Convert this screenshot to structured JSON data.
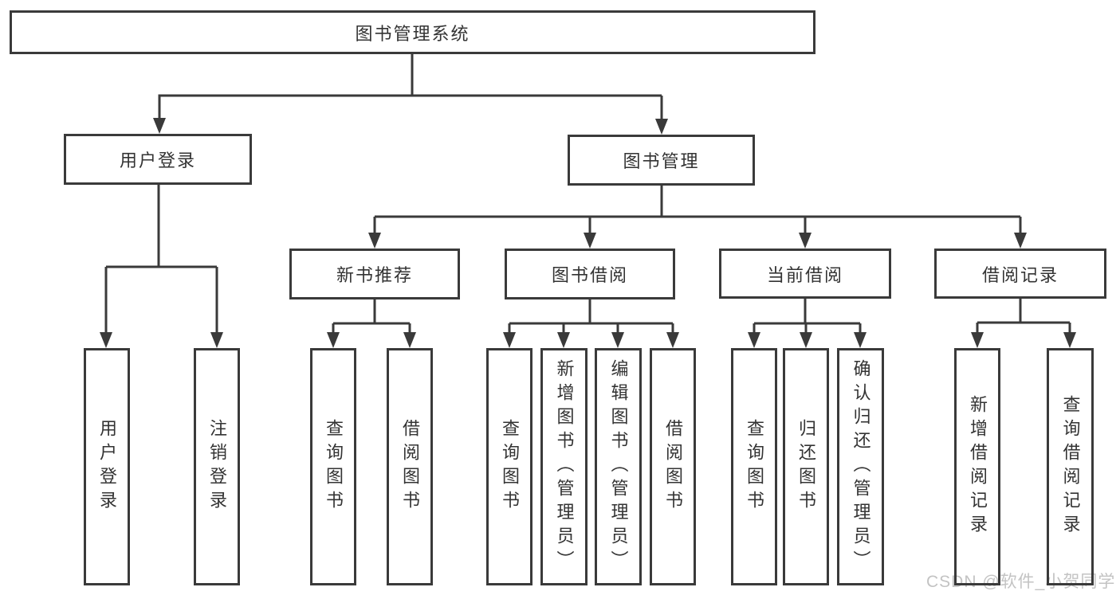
{
  "diagram_title": "图书管理系统",
  "tree": {
    "root": "图书管理系统",
    "children": [
      {
        "label": "用户登录",
        "children": [
          "用户登录",
          "注销登录"
        ]
      },
      {
        "label": "图书管理",
        "children": [
          {
            "label": "新书推荐",
            "children": [
              "查询图书",
              "借阅图书"
            ]
          },
          {
            "label": "图书借阅",
            "children": [
              "查询图书",
              "新增图书（管理员）",
              "编辑图书（管理员）",
              "借阅图书"
            ]
          },
          {
            "label": "当前借阅",
            "children": [
              "查询图书",
              "归还图书",
              "确认归还（管理员）"
            ]
          },
          {
            "label": "借阅记录",
            "children": [
              "新增借阅记录",
              "查询借阅记录"
            ]
          }
        ]
      }
    ]
  },
  "watermark": {
    "text": "CSDN @软件_小贺同学"
  },
  "colors": {
    "line": "#3a3a3a",
    "box_border": "#3a3a3a",
    "text": "#333333",
    "watermark": "#c3c3c3",
    "background": "#ffffff"
  }
}
